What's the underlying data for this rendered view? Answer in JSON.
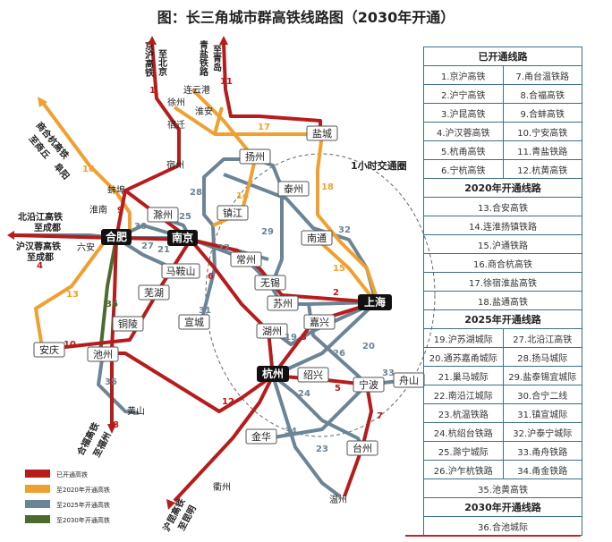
{
  "title": "图：长三角城市群高铁线路图（2030年开通）",
  "colors": {
    "opened": "#b71c1c",
    "y2020": "#f0a030",
    "y2025": "#6b8496",
    "y2030": "#4d6b2e",
    "circle": "#555555",
    "table_border": "#3f6f86"
  },
  "legend": [
    {
      "label": "已开通高铁",
      "color": "#b71c1c"
    },
    {
      "label": "至2020年开通高铁",
      "color": "#f0a030"
    },
    {
      "label": "至2025年开通高铁",
      "color": "#6b8496"
    },
    {
      "label": "至2030年开通高铁",
      "color": "#4d6b2e"
    }
  ],
  "circle_label": "1小时交通圈",
  "cities": {
    "hefei": "合肥",
    "nanjing": "南京",
    "shanghai": "上海",
    "hangzhou": "杭州",
    "yancheng": "盐城",
    "yangzhou": "扬州",
    "taizhou_js": "泰州",
    "zhenjiang": "镇江",
    "chuzhou": "滁州",
    "changzhou": "常州",
    "wuxi": "无锡",
    "suzhou": "苏州",
    "nantong": "南通",
    "maanshan": "马鞍山",
    "wuhu": "芜湖",
    "xuancheng": "宣城",
    "tongling": "铜陵",
    "anqing": "安庆",
    "chizhou": "池州",
    "huzhou": "湖州",
    "jiaxing": "嘉兴",
    "shaoxing": "绍兴",
    "ningbo": "宁波",
    "zhoushan": "舟山",
    "taizhou_zj": "台州",
    "jinhua": "金华",
    "wenzhou": "温州",
    "xuzhou": "徐州",
    "suqian": "宿迁",
    "suzhou_ah": "宿州",
    "bengbu": "蚌埠",
    "huainan": "淮南",
    "lianyungang": "连云港",
    "huaian": "淮安",
    "luan": "六安",
    "huangshan": "黄山",
    "quzhou": "衢州"
  },
  "directions": {
    "jinghu": "京沪高铁",
    "to_beijing": "至北京",
    "qingyan": "青盐铁路",
    "to_qingdao": "至青岛",
    "shanghehang": "商合杭高铁",
    "to_shangqiu": "至商丘",
    "fuyang": "阜阳",
    "beiyanjiang": "北沿江高铁",
    "to_chengdu1": "至成都",
    "hurongsha": "沪汉蓉高铁",
    "to_chengdu2": "至成都",
    "hefu": "合福高铁",
    "to_fuzhou": "至福州",
    "hukun": "沪昆高铁",
    "to_kunming": "至昆明"
  },
  "line_numbers": [
    "1",
    "2",
    "3",
    "4",
    "5",
    "6",
    "7",
    "8",
    "9",
    "10",
    "11",
    "12",
    "13",
    "14",
    "15",
    "16",
    "17",
    "18",
    "19",
    "20",
    "21",
    "22",
    "23",
    "24",
    "25",
    "26",
    "27",
    "28",
    "29",
    "30",
    "31",
    "32",
    "33",
    "34",
    "35",
    "36"
  ],
  "table": {
    "sec_opened": "已开通线路",
    "opened_rows": [
      [
        "1.京沪高铁",
        "7.甬台温铁路"
      ],
      [
        "2.沪宁高铁",
        "8.合福高铁"
      ],
      [
        "3.沪昆高铁",
        "9.合蚌高铁"
      ],
      [
        "4.沪汉蓉高铁",
        "10.宁安高铁"
      ],
      [
        "5.杭甬高铁",
        "11.青盐铁路"
      ],
      [
        "6.宁杭高铁",
        "12.杭黄高铁"
      ]
    ],
    "sec_2020": "2020年开通线路",
    "rows_2020": [
      "13.合安高铁",
      "14.连淮扬镇铁路",
      "15.沪通铁路",
      "16.商合杭高铁",
      "17.徐宿淮盐高铁",
      "18.盐通高铁"
    ],
    "sec_2025": "2025年开通线路",
    "rows_2025": [
      [
        "19.沪苏湖城际",
        "27.北沿江高铁"
      ],
      [
        "20.通苏嘉甬城际",
        "28.扬马城际"
      ],
      [
        "21.巢马城际",
        "29.盐泰锡宜城际"
      ],
      [
        "22.南沿江城际",
        "30.合宁二线"
      ],
      [
        "23.杭温铁路",
        "31.镇宣城际"
      ],
      [
        "24.杭绍台铁路",
        "32.沪泰宁城际"
      ],
      [
        "25.滁宁城际",
        "33.甬舟铁路"
      ],
      [
        "26.沪乍杭铁路",
        "34.甬金铁路"
      ]
    ],
    "row_35": "35.池黄高铁",
    "sec_2030": "2030年开通线路",
    "row_36": "36.合池城际"
  }
}
